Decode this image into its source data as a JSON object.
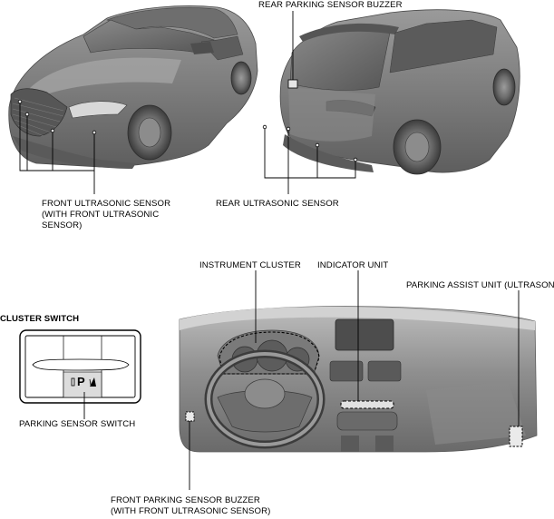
{
  "labels": {
    "rear_buzzer": "REAR PARKING SENSOR BUZZER",
    "front_sensor": [
      "FRONT ULTRASONIC SENSOR",
      "(WITH FRONT ULTRASONIC",
      "SENSOR)"
    ],
    "rear_sensor": "REAR ULTRASONIC SENSOR",
    "instrument_cluster": "INSTRUMENT CLUSTER",
    "indicator_unit": "INDICATOR UNIT",
    "parking_assist_unit": "PARKING ASSIST UNIT (ULTRASONIC)",
    "cluster_switch": "CLUSTER SWITCH",
    "parking_sensor_switch": "PARKING SENSOR SWITCH",
    "front_buzzer": [
      "FRONT PARKING SENSOR BUZZER",
      "(WITH FRONT ULTRASONIC SENSOR)"
    ]
  },
  "switch_glyph": "P"
}
